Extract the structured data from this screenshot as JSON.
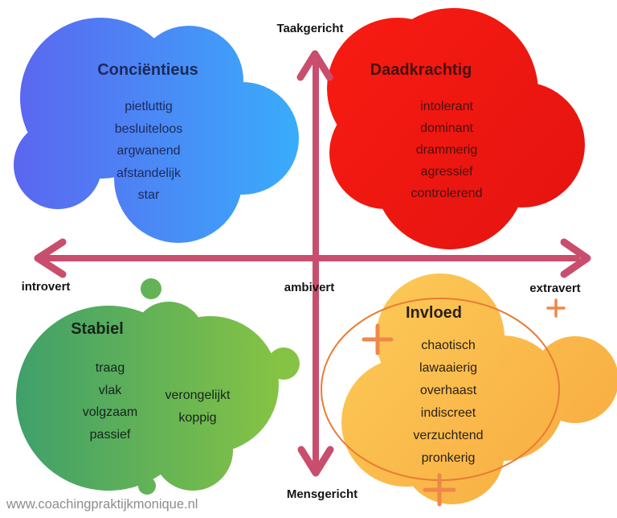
{
  "axes": {
    "top_label": "Taakgericht",
    "bottom_label": "Mensgericht",
    "left_label": "introvert",
    "center_label": "ambivert",
    "right_label": "extravert",
    "arrow_color": "#c94e6e"
  },
  "quadrants": {
    "conscientieus": {
      "title": "Conciëntieus",
      "traits": [
        "pietluttig",
        "besluiteloos",
        "argwanend",
        "afstandelijk",
        "star"
      ],
      "blob_gradient": [
        "#5b66f0",
        "#39acfb"
      ],
      "text_color": "#1c2a58"
    },
    "daadkrachtig": {
      "title": "Daadkrachtig",
      "traits": [
        "intolerant",
        "dominant",
        "drammerig",
        "agressief",
        "controlerend"
      ],
      "blob_color": "#ee1411",
      "text_color": "#47100e"
    },
    "stabiel": {
      "title": "Stabiel",
      "traits_left": [
        "traag",
        "vlak",
        "volgzaam",
        "passief"
      ],
      "traits_right": [
        "verongelijkt",
        "koppig"
      ],
      "blob_gradient": [
        "#3fa06a",
        "#85c344"
      ],
      "text_color": "#15241b"
    },
    "invloed": {
      "title": "Invloed",
      "traits": [
        "chaotisch",
        "lawaaierig",
        "overhaast",
        "indiscreet",
        "verzuchtend",
        "pronkerig"
      ],
      "blob_gradient": [
        "#fcca57",
        "#f8ab40"
      ],
      "accent_color": "#ef8749",
      "outline_color": "#e87b35",
      "text_color": "#2a2118"
    }
  },
  "footer": {
    "website": "www.coachingpraktijkmonique.nl"
  }
}
